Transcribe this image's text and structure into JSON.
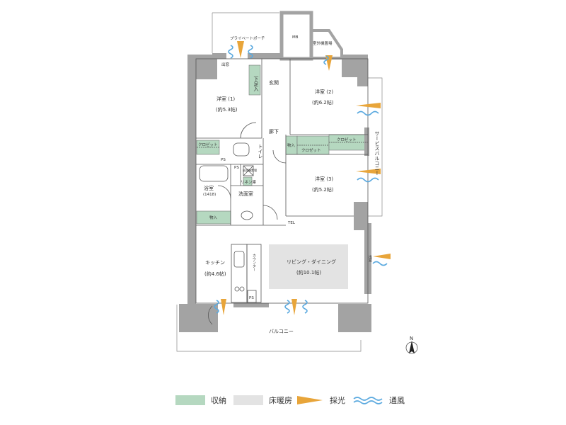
{
  "colors": {
    "wall": "#a3a3a3",
    "storage": "#b5d8c0",
    "floor_heating": "#e3e3e3",
    "light": "#e8a53a",
    "wind": "#5aa9df",
    "line": "#666666"
  },
  "rooms": {
    "private_porch": "プライベートポーチ",
    "mb": "MB",
    "outdoor_unit": "室外機置場",
    "exit": "出窓",
    "genkan": "玄関",
    "shoebox": "下足入",
    "western1_name": "洋室 (1)",
    "western1_size": "(約5.3帖)",
    "western2_name": "洋室 (2)",
    "western2_size": "(約6.2帖)",
    "western3_name": "洋室 (3)",
    "western3_size": "(約5.2帖)",
    "hallway": "廊下",
    "closet": "クロゼット",
    "storage": "物入",
    "toilet": "トイレ",
    "ps": "PS",
    "water_heater": "給湯機置場",
    "linen": "リネン庫",
    "bath_name": "浴室",
    "bath_size": "(1418)",
    "washroom": "洗面室",
    "service_balcony": "サービスバルコニー",
    "tel": "TEL",
    "kitchen_name": "キッチン",
    "kitchen_size": "(約4.6帖)",
    "counter": "カウンター",
    "living_name": "リビング・ダイニング",
    "living_size": "(約10.1帖)",
    "balcony": "バルコニー",
    "window": "出窓",
    "north": "N"
  },
  "legend": {
    "storage": "収納",
    "floor_heating": "床暖房",
    "light": "採光",
    "wind": "通風"
  }
}
